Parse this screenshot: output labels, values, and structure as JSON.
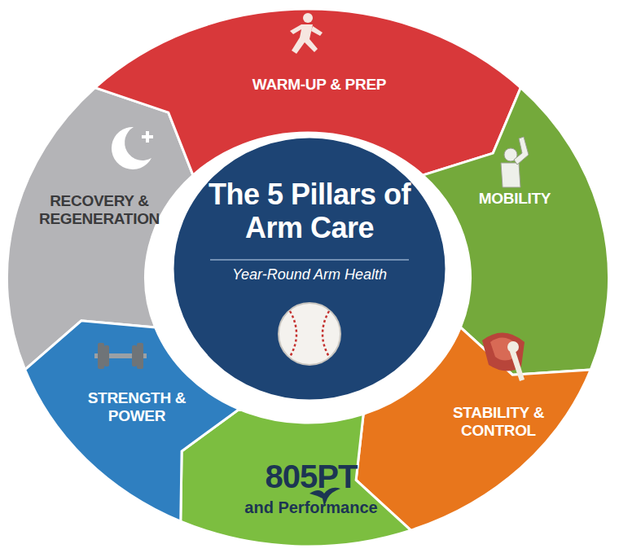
{
  "diagram": {
    "nodes": [
      {
        "text": [
          "The 5 Pillars of Arm Care",
          "Year-Round Arm Health"
        ]
      },
      {
        "text": [
          "WARM-UP & PREP"
        ]
      },
      {
        "text": [
          "MOBILITY"
        ]
      },
      {
        "text": [
          "STABILITY & CONTROL"
        ]
      },
      {
        "text": [
          "805PT",
          "and Performance"
        ]
      },
      {
        "text": [
          "STRENGTH & POWER"
        ]
      },
      {
        "text": [
          "RECOVERY & REGENERATION"
        ]
      }
    ]
  }
}
